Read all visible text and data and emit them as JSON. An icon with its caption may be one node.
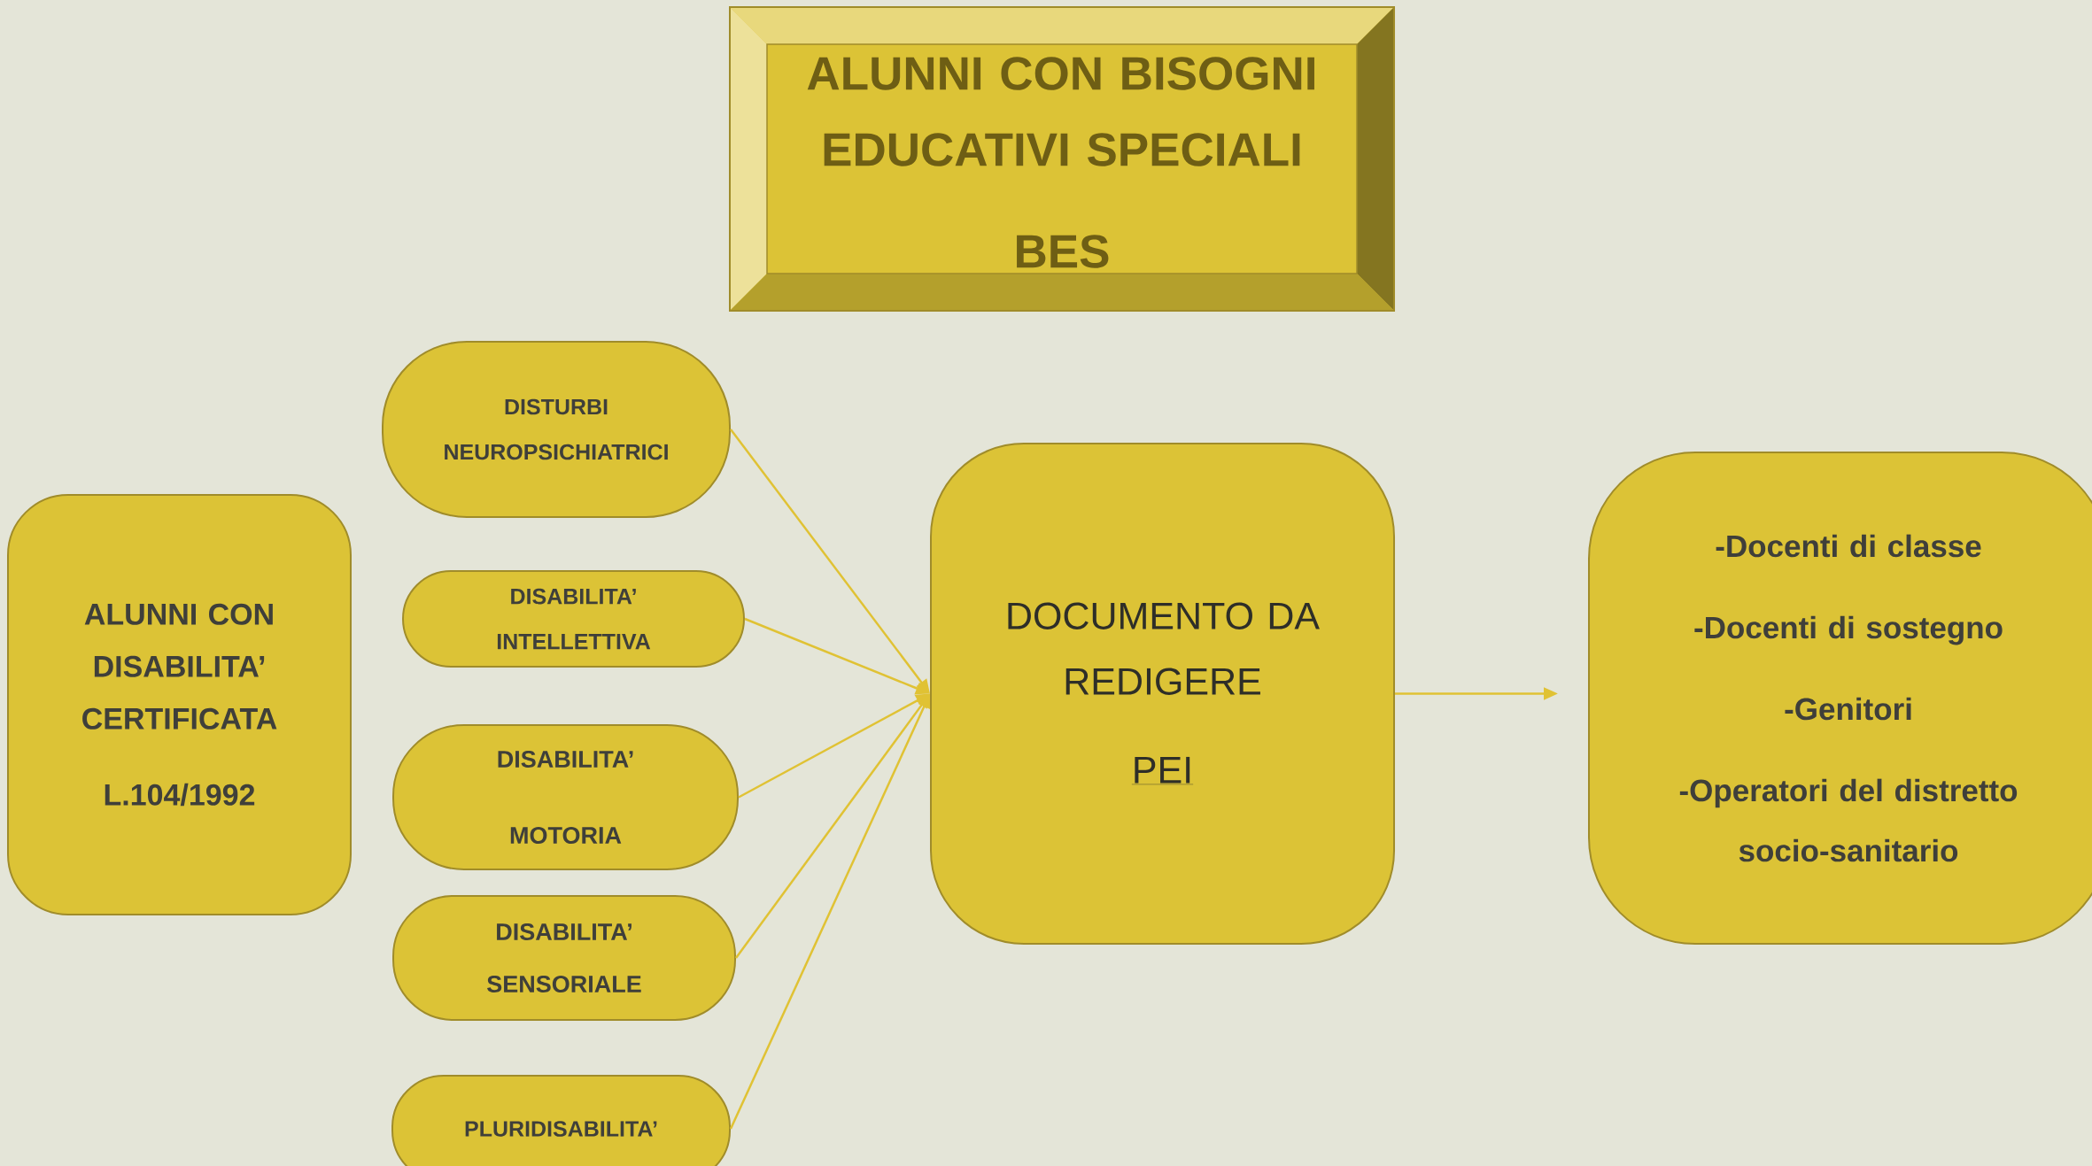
{
  "diagram": {
    "nodes": [
      {
        "text": [
          "ALUNNI CON BISOGNI EDUCATIVI SPECIALI",
          "BES"
        ]
      },
      {
        "text": [
          "ALUNNI CON DISABILITA’ CERTIFICATA",
          "L.104/1992"
        ]
      },
      {
        "text": [
          "DISTURBI NEUROPSICHIATRICI"
        ]
      },
      {
        "text": [
          "DISABILITA’ INTELLETTIVA"
        ]
      },
      {
        "text": [
          "DISABILITA’ MOTORIA"
        ]
      },
      {
        "text": [
          "DISABILITA’ SENSORIALE"
        ]
      },
      {
        "text": [
          "PLURIDISABILITA’"
        ]
      },
      {
        "text": [
          "DOCUMENTO DA REDIGERE",
          "PEI"
        ]
      },
      {
        "text": [
          "-Docenti di classe",
          "-Docenti di sostegno",
          "-Genitori",
          "-Operatori del distretto socio-sanitario"
        ]
      }
    ],
    "edges": [
      {
        "from": 2,
        "to": 7,
        "arrow": "to"
      },
      {
        "from": 3,
        "to": 7,
        "arrow": "to"
      },
      {
        "from": 4,
        "to": 7,
        "arrow": "to"
      },
      {
        "from": 5,
        "to": 7,
        "arrow": "to"
      },
      {
        "from": 6,
        "to": 7,
        "arrow": "to"
      },
      {
        "from": 7,
        "to": 8,
        "arrow": "to"
      }
    ]
  }
}
